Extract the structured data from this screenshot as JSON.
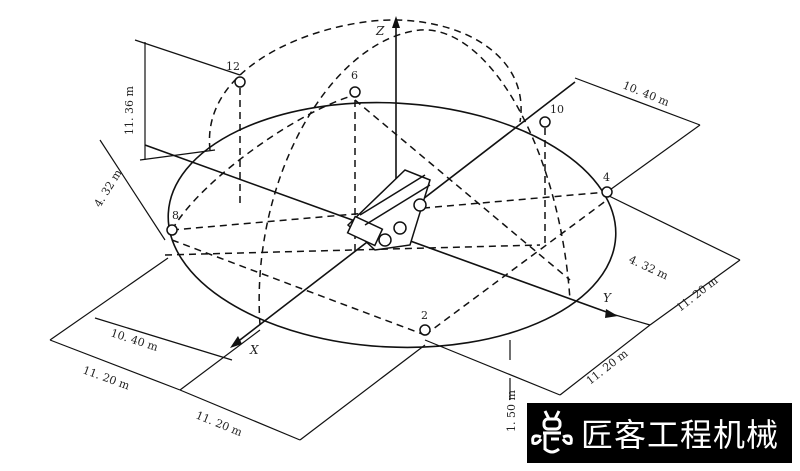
{
  "axes": {
    "z": "Z",
    "x": "X",
    "y": "Y"
  },
  "points": [
    "12",
    "6",
    "10",
    "4",
    "8",
    "2"
  ],
  "dimensions": {
    "height_top": "11. 36 m",
    "left_offset": "4. 32 m",
    "top_right_length": "10. 40 m",
    "right_offset": "4. 32 m",
    "right_outer": "11. 20 m",
    "right_lower": "11. 20 m",
    "bottom_left_inner": "10. 40 m",
    "bottom_left_outer": "11. 20 m",
    "bottom_center": "11. 20 m",
    "ground_height": "1. 50 m"
  },
  "logo": {
    "text": "匠客工程机械"
  }
}
